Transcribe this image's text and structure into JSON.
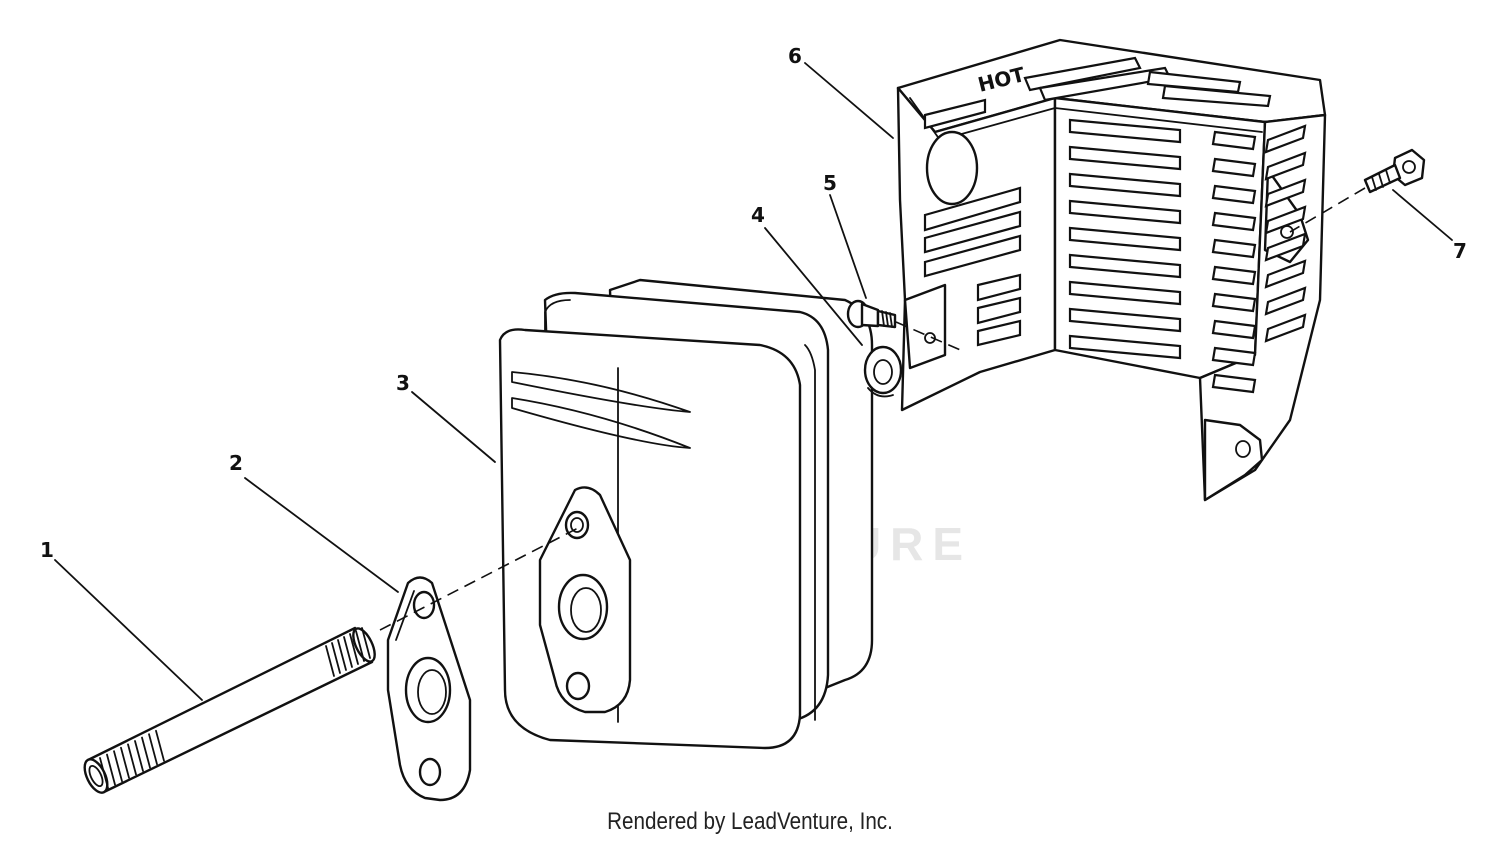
{
  "watermark": "LEADVENTURE",
  "footer": "Rendered by LeadVenture, Inc.",
  "callouts": [
    {
      "label": "1",
      "part": "exhaust-pipe"
    },
    {
      "label": "2",
      "part": "gasket"
    },
    {
      "label": "3",
      "part": "muffler"
    },
    {
      "label": "4",
      "part": "lock-washer"
    },
    {
      "label": "5",
      "part": "bolt"
    },
    {
      "label": "6",
      "part": "muffler-guard"
    },
    {
      "label": "7",
      "part": "screw"
    }
  ],
  "guard_marking": "HOT"
}
